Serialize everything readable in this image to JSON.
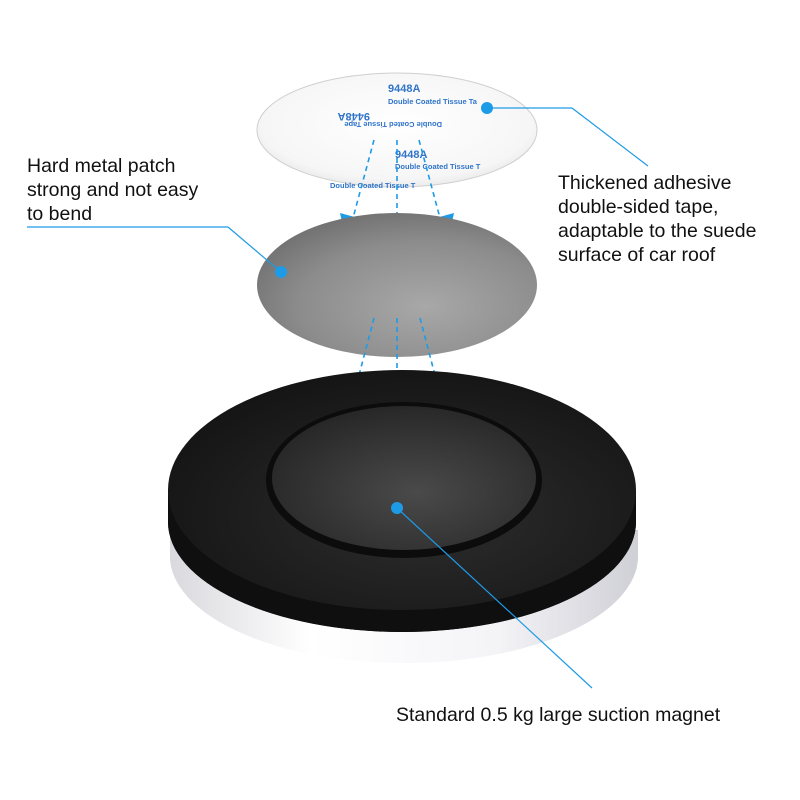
{
  "callouts": {
    "metal_patch": {
      "line1": "Hard metal patch",
      "line2": "strong and not easy",
      "line3": "to bend"
    },
    "adhesive_tape": {
      "line1": "Thickened adhesive",
      "line2": "double-sided tape,",
      "line3": "adaptable to the suede",
      "line4": "surface of car roof"
    },
    "magnet": {
      "line1": "Standard 0.5 kg large suction magnet"
    }
  },
  "tape_print": {
    "code": "9448A",
    "product": "Double Coated Tissue Tape",
    "product_cut": "Double Coated Tissue Ta",
    "product_cut2": "Double Coated Tissue T"
  },
  "colors": {
    "accent": "#1e9be6",
    "tape_print": "#2f74c9",
    "metal_patch": "#8a8a8a",
    "magnet_body": "#1a1a1a",
    "text": "#111111"
  }
}
